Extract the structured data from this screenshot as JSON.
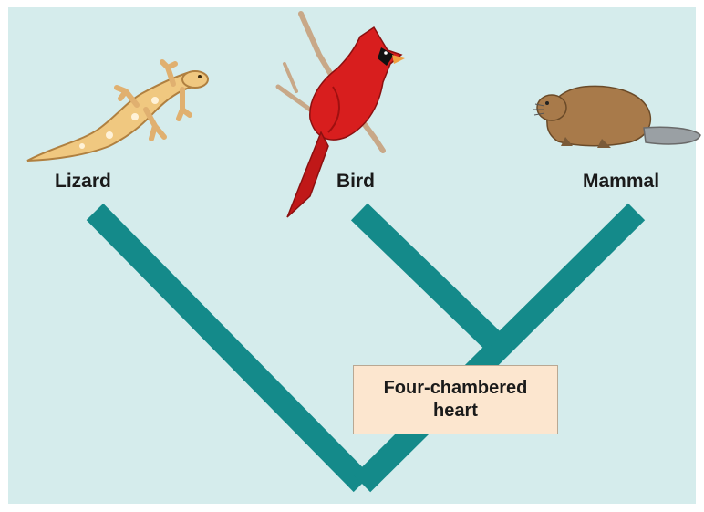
{
  "taxa": {
    "lizard": "Lizard",
    "bird": "Bird",
    "mammal": "Mammal"
  },
  "trait": {
    "line1": "Four-chambered",
    "line2": "heart"
  },
  "colors": {
    "background": "#d5ecec",
    "branch": "#148a8a",
    "trait_box": "#fce6cf"
  },
  "icons": [
    "lizard-illustration",
    "cardinal-bird-illustration",
    "beaver-illustration"
  ]
}
